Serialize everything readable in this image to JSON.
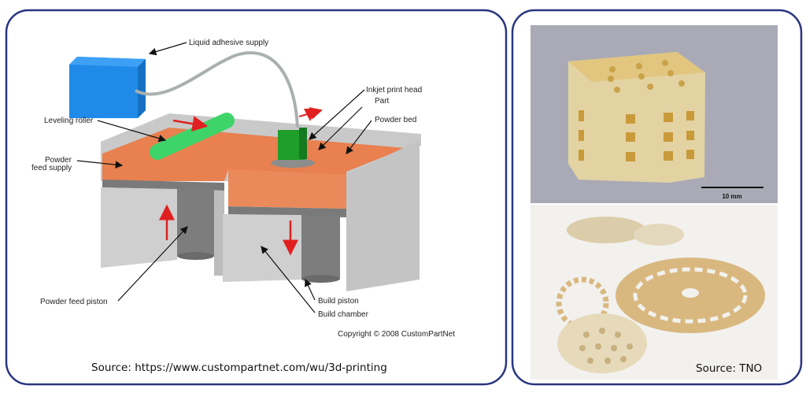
{
  "left_panel": {
    "labels": {
      "liquid_adhesive_supply": "Liquid adhesive supply",
      "inkjet_print_head": "Inkjet print head",
      "part": "Part",
      "powder_bed": "Powder bed",
      "leveling_roller": "Leveling roller",
      "powder_feed_supply_1": "Powder",
      "powder_feed_supply_2": "feed supply",
      "powder_feed_piston": "Powder feed piston",
      "build_piston": "Build piston",
      "build_chamber": "Build chamber"
    },
    "copyright": "Copyright © 2008 CustomPartNet",
    "source": "Source: https://www.custompartnet.com/wu/3d-printing"
  },
  "right_panel": {
    "scale_bar_label": "10 mm",
    "source": "Source: TNO"
  },
  "colors": {
    "border": "#2a3580",
    "powder": "#e8804f",
    "wall": "#c9c9c9",
    "adhesive_box": "#1f8ae8",
    "roller": "#3fd46a",
    "print_head": "#1f9e2c",
    "arrow_red": "#e02020"
  }
}
